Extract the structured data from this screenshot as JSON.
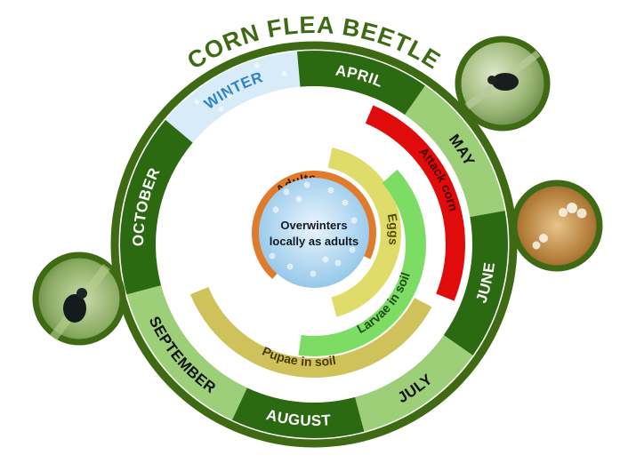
{
  "title": "CORN FLEA BEETLE",
  "center": {
    "line1": "Overwinters",
    "line2": "locally as adults"
  },
  "months": [
    {
      "key": "winter",
      "label": "WINTER",
      "color": "#d7ecf8",
      "text_color": "#2f83c6"
    },
    {
      "key": "april",
      "label": "APRIL",
      "color": "#2c6a12",
      "text_color": "#ffffff"
    },
    {
      "key": "may",
      "label": "MAY",
      "color": "#9ccf78",
      "text_color": "#111111"
    },
    {
      "key": "june",
      "label": "JUNE",
      "color": "#2c6a12",
      "text_color": "#ffffff"
    },
    {
      "key": "july",
      "label": "JULY",
      "color": "#9ccf78",
      "text_color": "#111111"
    },
    {
      "key": "august",
      "label": "AUGUST",
      "color": "#2c6a12",
      "text_color": "#ffffff"
    },
    {
      "key": "september",
      "label": "SEPTEMBER",
      "color": "#9ccf78",
      "text_color": "#111111"
    },
    {
      "key": "october",
      "label": "OCTOBER",
      "color": "#2c6a12",
      "text_color": "#ffffff"
    }
  ],
  "stages": [
    {
      "key": "attack",
      "label": "Attack corn",
      "color": "#e00b0b",
      "text_color": "#4a0000"
    },
    {
      "key": "eggs",
      "label": "Eggs",
      "color": "#e0dc6a",
      "text_color": "#5a4a00"
    },
    {
      "key": "larvae",
      "label": "Larvae in soil",
      "color": "#7ddc64",
      "text_color": "#1d4d10"
    },
    {
      "key": "pupae",
      "label": "Pupae in soil",
      "color": "#cfc25a",
      "text_color": "#4a3a00"
    },
    {
      "key": "adults",
      "label": "Adults",
      "color": "#e07b2e",
      "text_color": "#3a1800"
    }
  ],
  "colors": {
    "ring_outline": "#3e6a14",
    "title": "#3e6a14",
    "center_fill": "#a9d2ee"
  },
  "icons": [
    "winter-snowflake-icon",
    "beetle-on-leaf-photo",
    "beetle-eggs-photo",
    "beetle-on-leaf-photo-2"
  ]
}
